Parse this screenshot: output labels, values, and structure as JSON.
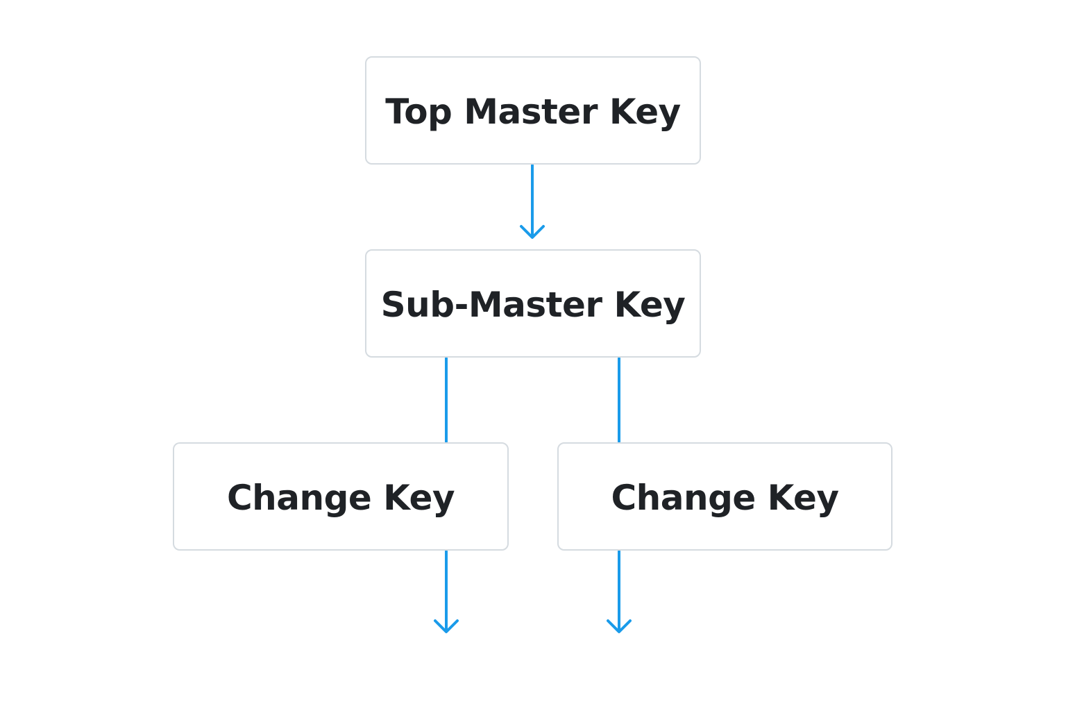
{
  "diagram": {
    "nodes": {
      "top": {
        "label": "Top Master Key"
      },
      "sub": {
        "label": "Sub-Master Key"
      },
      "change_left": {
        "label": "Change Key"
      },
      "change_right": {
        "label": "Change Key"
      }
    },
    "colors": {
      "connector": "#1a9bea",
      "node_border": "#d5dbe0",
      "text": "#1f2226",
      "background": "#ffffff"
    }
  }
}
